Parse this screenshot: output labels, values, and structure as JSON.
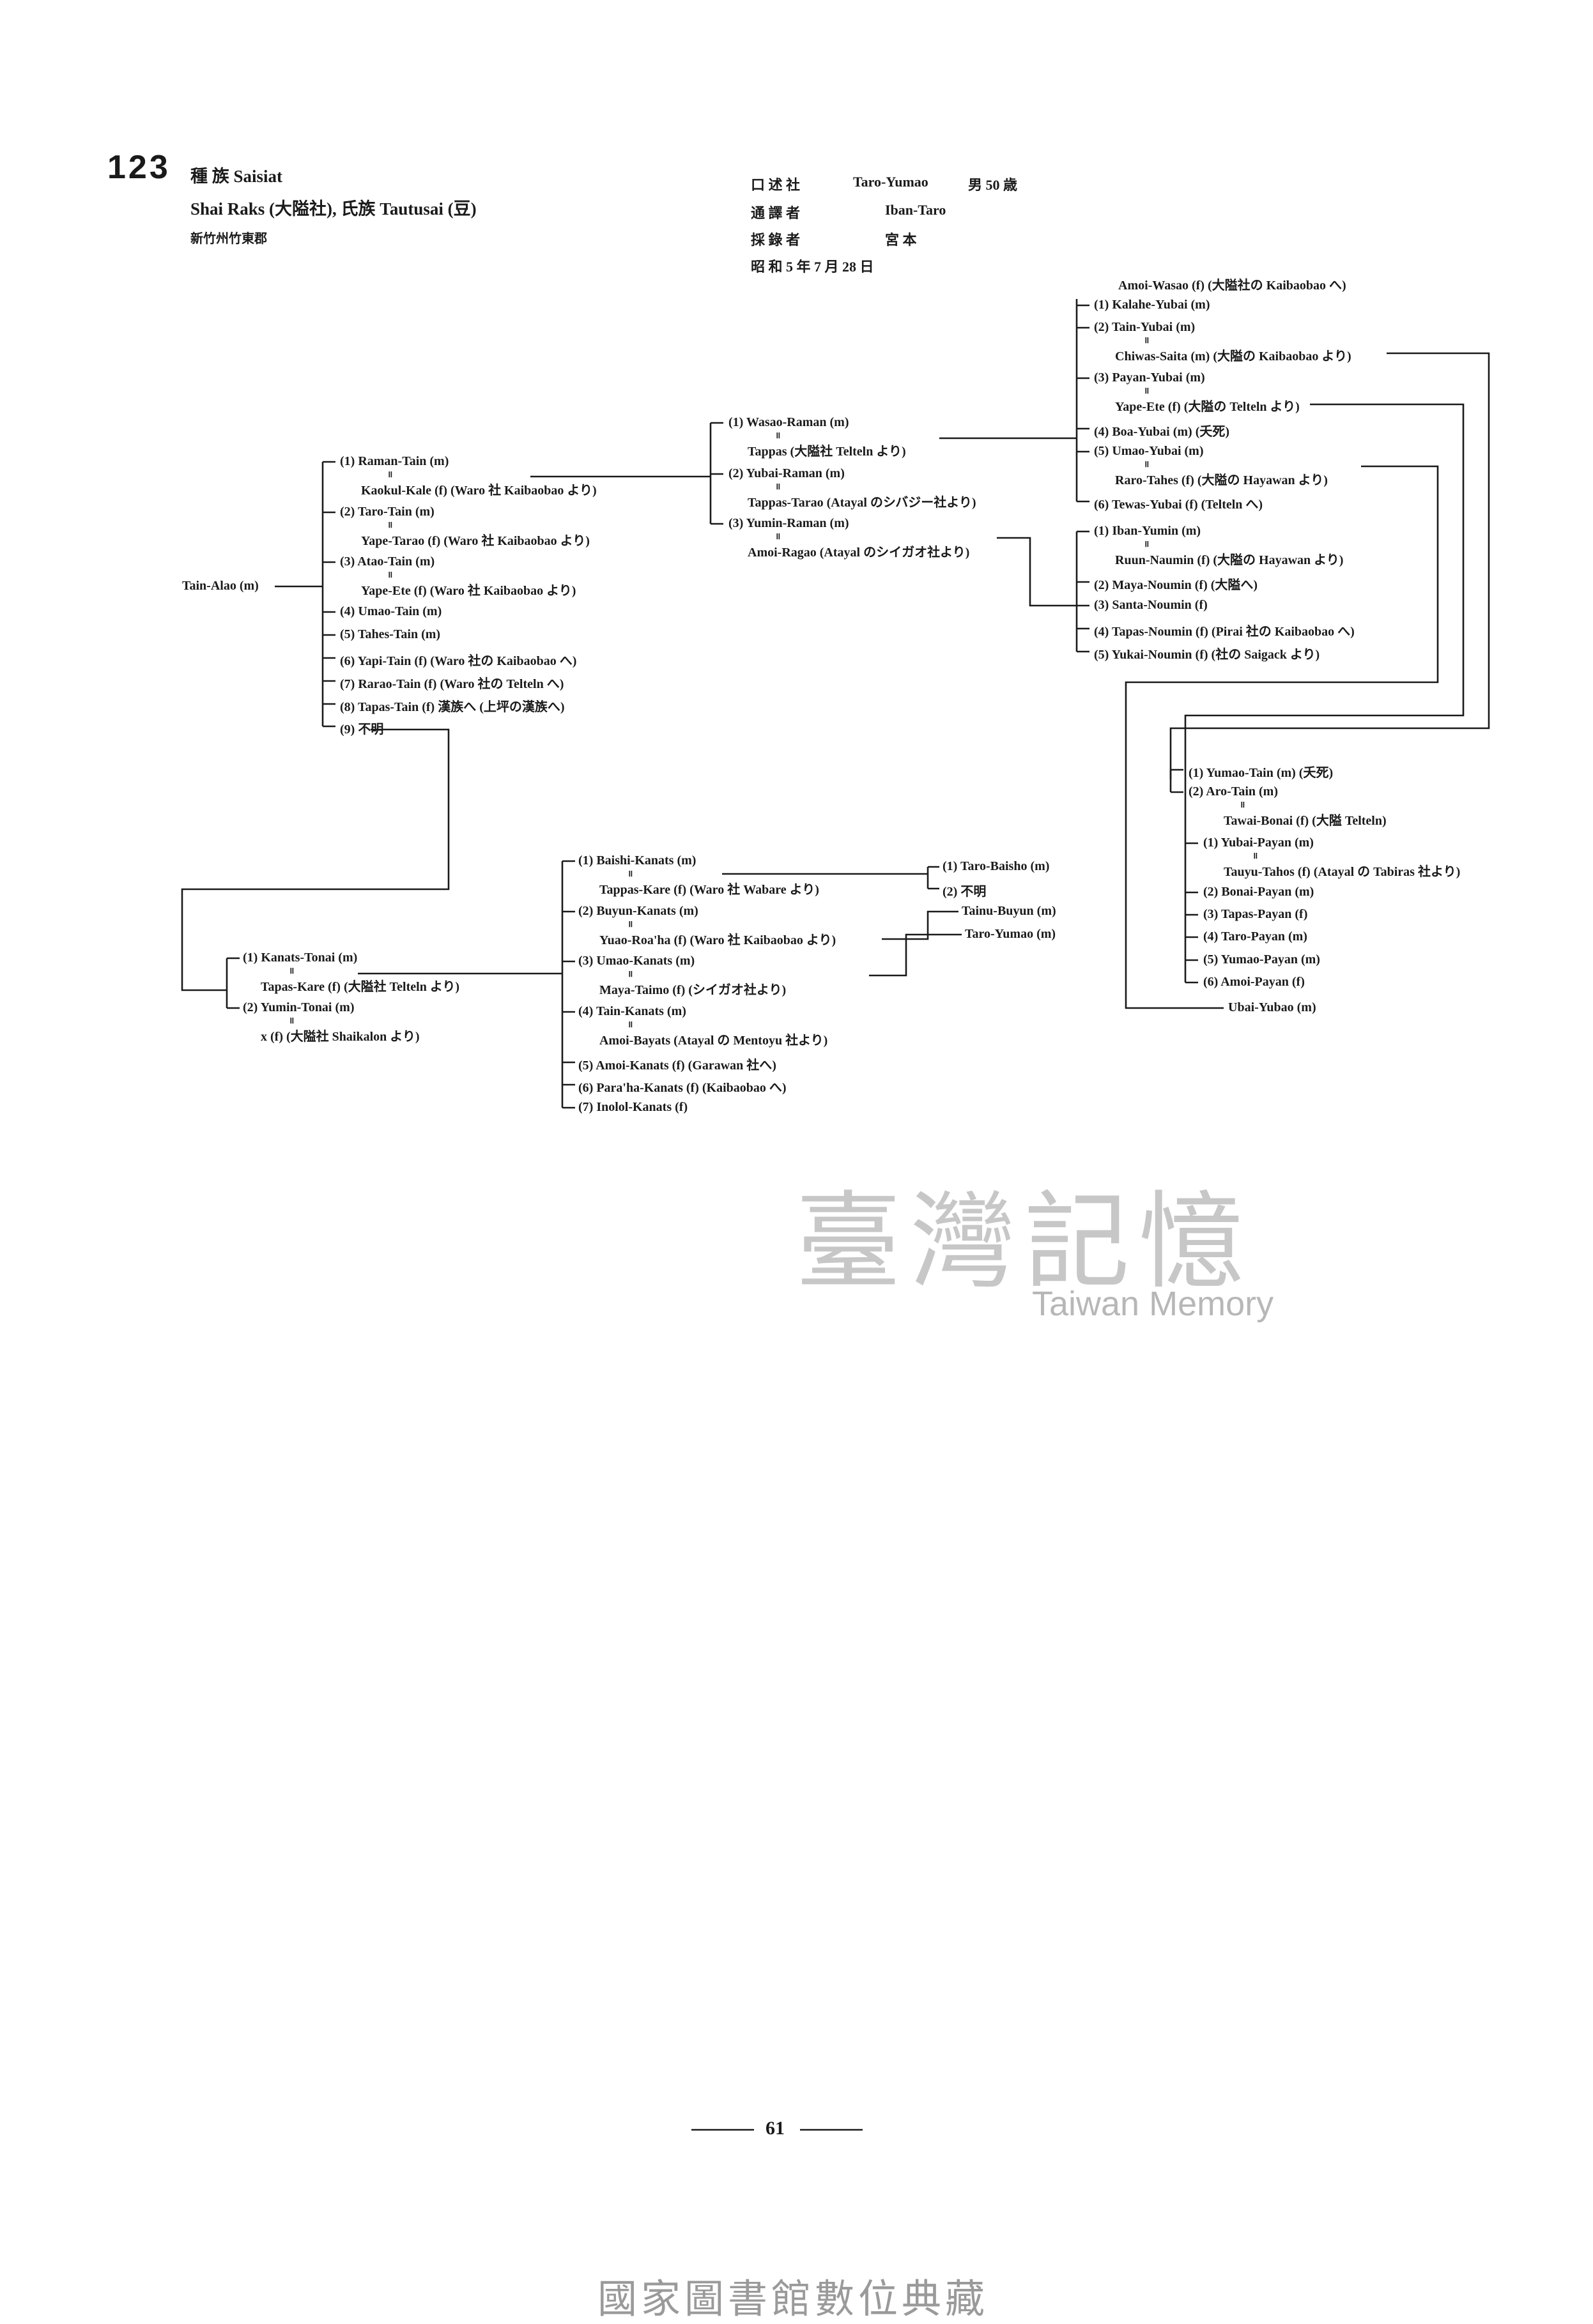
{
  "header": {
    "number": "123",
    "tribe": "種 族 Saisiat",
    "clan": "Shai Raks (大隘社), 氏族 Tautusai (豆)",
    "location": "新竹州竹東郡"
  },
  "informant": [
    {
      "label": "口 述 社",
      "value": "Taro-Yumao",
      "extra": "男 50 歳"
    },
    {
      "label": "通 譯 者",
      "value": "Iban-Taro",
      "extra": ""
    },
    {
      "label": "採 錄 者",
      "value": "宮 本",
      "extra": ""
    },
    {
      "label": "昭 和 5 年 7 月 28 日",
      "value": "",
      "extra": ""
    }
  ],
  "root": "Tain-Alao (m)",
  "tree": {
    "t1": "(1) Raman-Tain (m)",
    "t1s": "Kaokul-Kale (f) (Waro 社 Kaibaobao より)",
    "t2": "(2) Taro-Tain (m)",
    "t2s": "Yape-Tarao (f) (Waro 社 Kaibaobao より)",
    "t3": "(3) Atao-Tain (m)",
    "t3s": "Yape-Ete (f) (Waro 社 Kaibaobao より)",
    "t4": "(4) Umao-Tain (m)",
    "t5": "(5) Tahes-Tain (m)",
    "t6": "(6) Yapi-Tain (f) (Waro 社の Kaibaobao へ)",
    "t7": "(7) Rarao-Tain (f) (Waro 社の Telteln へ)",
    "t8": "(8) Tapas-Tain (f) 漢族へ (上坪の漢族へ)",
    "t9": "(9) 不明",
    "r1": "(1) Wasao-Raman (m)",
    "r1s": "Tappas (大隘社 Telteln より)",
    "r2": "(2) Yubai-Raman (m)",
    "r2s": "Tappas-Tarao (Atayal のシバジー社より)",
    "r3": "(3) Yumin-Raman (m)",
    "r3s": "Amoi-Ragao (Atayal のシイガオ社より)",
    "w0": "Amoi-Wasao (f) (大隘社の Kaibaobao へ)",
    "w1": "(1) Kalahe-Yubai (m)",
    "w2": "(2) Tain-Yubai (m)",
    "w2s": "Chiwas-Saita (m) (大隘の Kaibaobao より)",
    "w3": "(3) Payan-Yubai (m)",
    "w3s": "Yape-Ete (f) (大隘の Telteln より)",
    "w4": "(4) Boa-Yubai (m) (夭死)",
    "w5": "(5) Umao-Yubai (m)",
    "w5s": "Raro-Tahes (f) (大隘の Hayawan より)",
    "w6": "(6) Tewas-Yubai (f) (Telteln へ)",
    "n1": "(1) Iban-Yumin (m)",
    "n1s": "Ruun-Naumin (f) (大隘の Hayawan より)",
    "n2": "(2) Maya-Noumin (f) (大隘へ)",
    "n3": "(3) Santa-Noumin (f)",
    "n4": "(4) Tapas-Noumin (f) (Pirai 社の Kaibaobao へ)",
    "n5": "(5) Yukai-Noumin (f) (社の Saigack より)",
    "y1": "(1) Yumao-Tain (m) (夭死)",
    "y2": "(2) Aro-Tain (m)",
    "y2s": "Tawai-Bonai (f) (大隘 Telteln)",
    "p1": "(1) Yubai-Payan (m)",
    "p1s": "Tauyu-Tahos (f) (Atayal の Tabiras 社より)",
    "p2": "(2) Bonai-Payan (m)",
    "p3": "(3) Tapas-Payan (f)",
    "p4": "(4) Taro-Payan (m)",
    "p5": "(5) Yumao-Payan (m)",
    "p6": "(6) Amoi-Payan (f)",
    "ub": "Ubai-Yubao (m)",
    "k1": "(1) Kanats-Tonai (m)",
    "k1s": "Tapas-Kare (f) (大隘社 Telteln より)",
    "k2": "(2) Yumin-Tonai (m)",
    "k2s": "x (f) (大隘社 Shaikalon より)",
    "b1": "(1) Baishi-Kanats (m)",
    "b1s": "Tappas-Kare (f) (Waro 社 Wabare より)",
    "b2": "(2) Buyun-Kanats (m)",
    "b2s": "Yuao-Roa'ha (f) (Waro 社 Kaibaobao より)",
    "b3": "(3) Umao-Kanats (m)",
    "b3s": "Maya-Taimo (f) (シイガオ社より)",
    "b4": "(4) Tain-Kanats (m)",
    "b4s": "Amoi-Bayats (Atayal の Mentoyu 社より)",
    "b5": "(5) Amoi-Kanats (f) (Garawan 社へ)",
    "b6": "(6) Para'ha-Kanats (f) (Kaibaobao へ)",
    "b7": "(7) Inolol-Kanats (f)",
    "c1": "(1) Taro-Baisho (m)",
    "c2": "(2) 不明",
    "tb": "Tainu-Buyun (m)",
    "ty": "Taro-Yumao (m)"
  },
  "equals_mark": "॥",
  "watermark": {
    "cjk": "臺灣記憶",
    "en": "Taiwan Memory"
  },
  "page_number": "61",
  "footer": "國家圖書館數位典藏"
}
